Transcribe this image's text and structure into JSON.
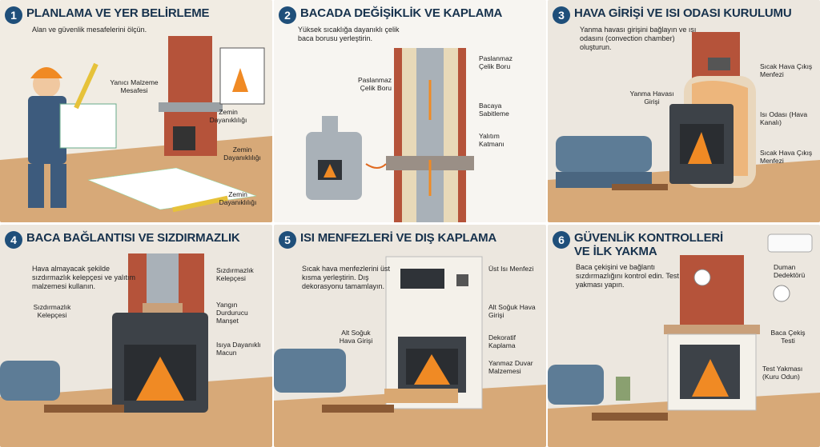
{
  "panels": [
    {
      "num": "1",
      "title": "PLANLAMA VE YER BELİRLEME",
      "desc": "Alan ve güvenlik mesafelerini ölçün.",
      "labels": [
        "Yanıcı Malzeme Mesafesi",
        "Zemin Dayanıklılığı",
        "Zemin Dayanıklılığı",
        "Zemin Dayanıklılığı"
      ]
    },
    {
      "num": "2",
      "title": "BACADA DEĞİŞİKLİK VE KAPLAMA",
      "desc": "Yüksek sıcaklığa dayanıklı çelik baca borusu yerleştirin.",
      "labels": [
        "Paslanmaz Çelik Boru",
        "Paslanmaz Çelik Boru",
        "Bacaya Sabitleme",
        "Yalıtım Katmanı"
      ]
    },
    {
      "num": "3",
      "title": "HAVA GİRİŞİ VE ISI ODASI KURULUMU",
      "desc": "Yanma havası girişini bağlayın ve ısı odasını (convection chamber) oluşturun.",
      "labels": [
        "Sıcak Hava Çıkış Menfezi",
        "Yanma Havası Girişi",
        "Isı Odası (Hava Kanalı)",
        "Sıcak Hava Çıkış Menfezi"
      ]
    },
    {
      "num": "4",
      "title": "BACA BAĞLANTISI VE SIZDIRMAZLIK",
      "desc": "Hava almayacak şekilde sızdırmazlık kelepçesi ve yalıtım malzemesi kullanın.",
      "labels": [
        "Sızdırmazlık Kelepçesi",
        "Sızdırmazlık Kelepçesi",
        "Yangın Durdurucu Manşet",
        "Isıya Dayanıklı Macun"
      ]
    },
    {
      "num": "5",
      "title": "ISI MENFEZLERİ VE DIŞ KAPLAMA",
      "desc": "Sıcak hava menfezlerini üst kısma yerleştirin. Dış dekorasyonu tamamlayın.",
      "labels": [
        "Üst Isı Menfezi",
        "Alt Soğuk Hava Girişi",
        "Dekoratif Kaplama",
        "Alt Soğuk Hava Girişi",
        "Yanmaz Duvar Malzemesi"
      ]
    },
    {
      "num": "6",
      "title": "GÜVENLİK KONTROLLERİ VE İLK YAKMA",
      "desc": "Baca çekişini ve bağlantı sızdırmazlığını kontrol edin. Test yakması yapın.",
      "labels": [
        "Duman Dedektörü",
        "Baca Çekiş Testi",
        "Test Yakması (Kuru Odun)"
      ]
    }
  ],
  "colors": {
    "brick": "#b5533a",
    "brickDark": "#8f3c29",
    "steel": "#a9b1b8",
    "stove": "#3d4248",
    "fire": "#f08a24",
    "navy": "#1f4f7a",
    "floor": "#d7a978",
    "sofa": "#5d7c96"
  }
}
